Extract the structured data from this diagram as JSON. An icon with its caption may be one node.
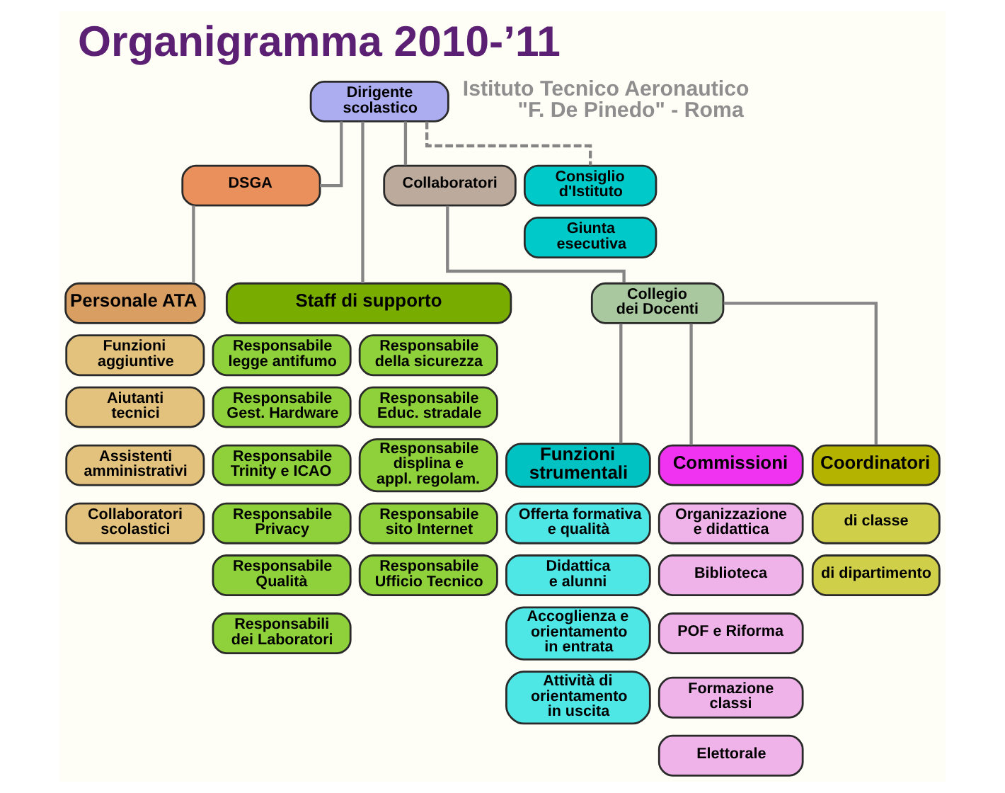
{
  "diagram": {
    "title": "Organigramma 2010-’11",
    "nodes": [
      {
        "text": [
          "Dirigente scolastico"
        ]
      },
      {
        "text": [
          "DSGA"
        ]
      },
      {
        "text": [
          "Personale ATA"
        ]
      },
      {
        "text": [
          "Funzioni aggiuntive"
        ]
      },
      {
        "text": [
          "Aiutanti tecnici"
        ]
      },
      {
        "text": [
          "Assistenti amministrativi"
        ]
      },
      {
        "text": [
          "Collaboratori scolastici"
        ]
      },
      {
        "text": [
          "Staff di supporto"
        ]
      },
      {
        "text": [
          "Responsabile legge antifumo"
        ]
      },
      {
        "text": [
          "Responsabile della sicurezza"
        ]
      },
      {
        "text": [
          "Responsabile Gest. Hardware"
        ]
      },
      {
        "text": [
          "Responsabile Educ. stradale"
        ]
      },
      {
        "text": [
          "Responsabile Trinity e ICAO"
        ]
      },
      {
        "text": [
          "Responsabile displina e appl. regolam."
        ]
      },
      {
        "text": [
          "Responsabile Privacy"
        ]
      },
      {
        "text": [
          "Responsabile sito Internet"
        ]
      },
      {
        "text": [
          "Responsabile Qualità"
        ]
      },
      {
        "text": [
          "Responsabile Ufficio Tecnico"
        ]
      },
      {
        "text": [
          "Responsabili dei Laboratori"
        ]
      },
      {
        "text": [
          "Collaboratori"
        ]
      },
      {
        "text": [
          "Consiglio d'Istituto"
        ]
      },
      {
        "text": [
          "Giunta esecutiva"
        ]
      },
      {
        "text": [
          "Collegio dei Docenti"
        ]
      },
      {
        "text": [
          "Funzioni strumentali"
        ]
      },
      {
        "text": [
          "Offerta formativa e qualità"
        ]
      },
      {
        "text": [
          "Didattica e alunni"
        ]
      },
      {
        "text": [
          "Accoglienza e orientamento in entrata"
        ]
      },
      {
        "text": [
          "Attività di orientamento in uscita"
        ]
      },
      {
        "text": [
          "Commissioni"
        ]
      },
      {
        "text": [
          "Organizzazione e didattica"
        ]
      },
      {
        "text": [
          "Biblioteca"
        ]
      },
      {
        "text": [
          "POF e Riforma"
        ]
      },
      {
        "text": [
          "Formazione classi"
        ]
      },
      {
        "text": [
          "Elettorale"
        ]
      },
      {
        "text": [
          "Coordinatori"
        ]
      },
      {
        "text": [
          "di classe"
        ]
      },
      {
        "text": [
          "di dipartimento"
        ]
      }
    ],
    "edges": [
      {
        "from": 0,
        "to": 1,
        "arrow": "none"
      },
      {
        "from": 0,
        "to": 7,
        "arrow": "none"
      },
      {
        "from": 0,
        "to": 19,
        "arrow": "none"
      },
      {
        "from": 0,
        "to": 20,
        "arrow": "none",
        "style": "dashed"
      },
      {
        "from": 1,
        "to": 2,
        "arrow": "none"
      },
      {
        "from": 19,
        "to": 22,
        "arrow": "none"
      },
      {
        "from": 22,
        "to": 23,
        "arrow": "none"
      },
      {
        "from": 22,
        "to": 28,
        "arrow": "none"
      },
      {
        "from": 22,
        "to": 34,
        "arrow": "none"
      }
    ],
    "labels": [
      "Istituto Tecnico Aeronautico \"F. De Pinedo\" - Roma"
    ]
  }
}
